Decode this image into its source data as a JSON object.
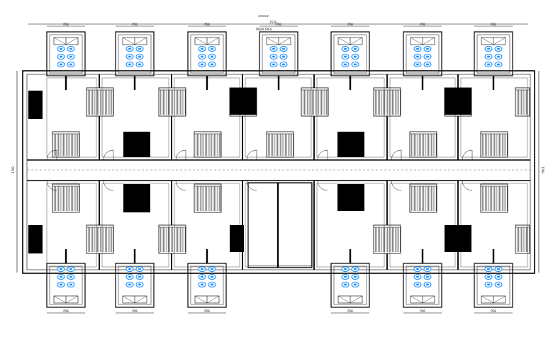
{
  "drawing": {
    "top_dimension_label": "2578",
    "top_note_line1": "nnnnnn",
    "top_note_line2": "TREM TRES",
    "left_dimension_label": "1700",
    "right_dimension_label": "1700",
    "balcony_dimensions_top": [
      "P50",
      "P50",
      "P50",
      "P50",
      "P50",
      "P50",
      "P50"
    ],
    "balcony_dimensions_bottom": [
      "P50",
      "P50",
      "P50",
      "P50",
      "P50",
      "P50",
      "P50"
    ]
  },
  "colors": {
    "line": "#000000",
    "fixture": "#1e90ff",
    "fill": "#000000"
  }
}
